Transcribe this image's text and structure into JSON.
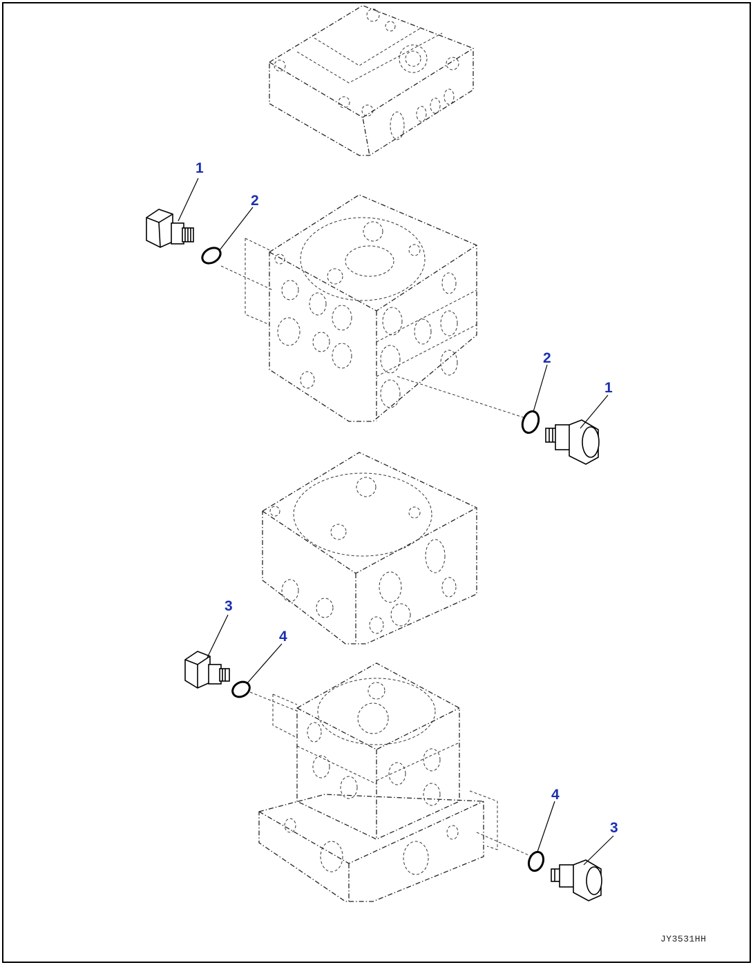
{
  "callout_color": "#1a2fb0",
  "callouts": [
    {
      "id": "c1a",
      "label": "1"
    },
    {
      "id": "c2a",
      "label": "2"
    },
    {
      "id": "c2b",
      "label": "2"
    },
    {
      "id": "c1b",
      "label": "1"
    },
    {
      "id": "c3a",
      "label": "3"
    },
    {
      "id": "c4a",
      "label": "4"
    },
    {
      "id": "c4b",
      "label": "4"
    },
    {
      "id": "c3b",
      "label": "3"
    }
  ],
  "figure_code": "JY3531HH"
}
